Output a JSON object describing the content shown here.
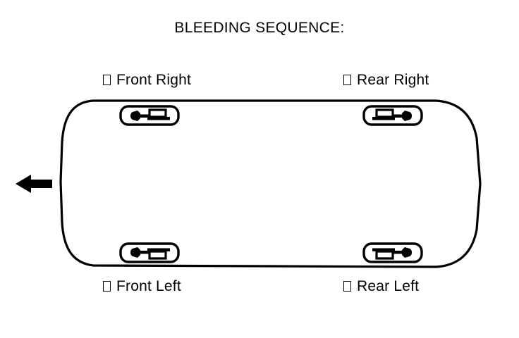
{
  "diagram": {
    "title": "BLEEDING SEQUENCE:",
    "type": "brake-bleeding-sequence-vehicle-top-view",
    "stroke_color": "#000000",
    "background_color": "#ffffff",
    "direction_arrow": {
      "name": "vehicle-front-direction-arrow",
      "points": "left",
      "color": "#000000"
    },
    "corners": [
      {
        "id": "front-right",
        "label": "Front Right",
        "bullet_glyph": "tofu-box",
        "position": "top-left",
        "icon": "brake-caliper-bleeder-icon",
        "icon_flip": "none"
      },
      {
        "id": "rear-right",
        "label": "Rear Right",
        "bullet_glyph": "tofu-box",
        "position": "top-right",
        "icon": "brake-caliper-bleeder-icon",
        "icon_flip": "horizontal"
      },
      {
        "id": "front-left",
        "label": "Front Left",
        "bullet_glyph": "tofu-box",
        "position": "bottom-left",
        "icon": "brake-caliper-bleeder-icon",
        "icon_flip": "vertical"
      },
      {
        "id": "rear-left",
        "label": "Rear Left",
        "bullet_glyph": "tofu-box",
        "position": "bottom-right",
        "icon": "brake-caliper-bleeder-icon",
        "icon_flip": "both"
      }
    ]
  }
}
